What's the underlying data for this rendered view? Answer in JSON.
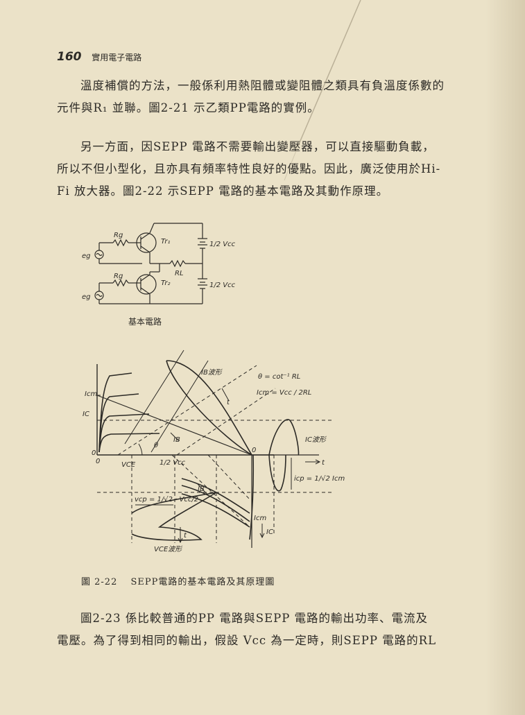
{
  "header": {
    "page_number": "160",
    "book_title": "實用電子電路"
  },
  "paragraph1": {
    "line1": "溫度補償的方法，一般係利用熱阻體或變阻體之類具有負溫度係數的",
    "line2": "元件與R₁ 並聯。圖2-21 示乙類PP電路的實例。"
  },
  "paragraph2": {
    "line1": "另一方面，因SEPP 電路不需要輸出變壓器，可以直接驅動負載，",
    "line2": "所以不但小型化，且亦具有頻率特性良好的優點。因此，廣泛使用於Hi-",
    "line3": "Fi 放大器。圖2-22 示SEPP 電路的基本電路及其動作原理。"
  },
  "circuit": {
    "caption": "基本電路",
    "eg1": "eg",
    "eg2": "eg",
    "rg1": "Rg",
    "rg2": "Rg",
    "tr1": "Tr₁",
    "tr2": "Tr₂",
    "rl": "RL",
    "vcc1": "1/2 Vcc",
    "vcc2": "1/2 Vcc"
  },
  "graph": {
    "ib_wave": "IB波形",
    "theta_eq": "θ = cot⁻¹ RL",
    "icm_eq": "Icm = Vcc / 2RL",
    "icm_label": "Icm",
    "ic_label": "IC",
    "zero1": "0",
    "zero2": "0",
    "zero3": "0",
    "vce_axis": "VCE",
    "half_vcc": "1/2 Vcc",
    "theta": "θ",
    "ib1": "IB",
    "ib2": "IB",
    "t1": "t",
    "t2": "t",
    "t3": "t",
    "ic_wave": "IC波形",
    "icp_eq": "icp = 1/√2 Icm",
    "vcp_eq": "vcp = 1/√2 · Vcc/2",
    "icm_bottom": "Icm",
    "ic_bottom": "IC",
    "vce_wave": "VCE波形"
  },
  "figure_caption": {
    "number": "圖 2-22",
    "text": "SEPP電路的基本電路及其原理圖"
  },
  "paragraph3": {
    "line1": "圖2-23 係比較普通的PP 電路與SEPP 電路的輸出功率、電流及",
    "line2": "電壓。為了得到相同的輸出，假設 Vcc 為一定時，則SEPP 電路的RL"
  }
}
